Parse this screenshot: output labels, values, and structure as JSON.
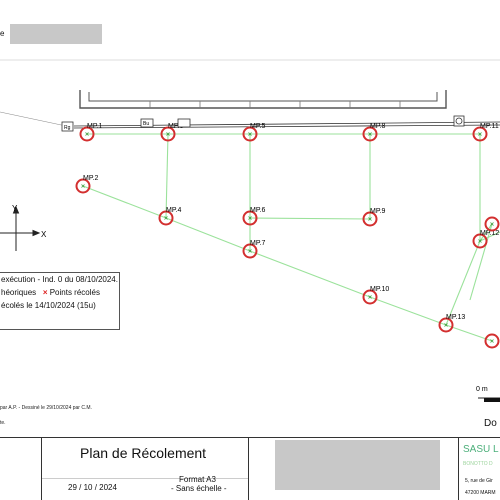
{
  "header": {
    "left_fragment": "e"
  },
  "points": [
    {
      "id": "MP.1"
    },
    {
      "id": "MP.2"
    },
    {
      "id": "MP.3"
    },
    {
      "id": "MP.4"
    },
    {
      "id": "MP.5"
    },
    {
      "id": "MP.6"
    },
    {
      "id": "MP.7"
    },
    {
      "id": "MP.8"
    },
    {
      "id": "MP.9"
    },
    {
      "id": "MP.10"
    },
    {
      "id": "MP.11"
    },
    {
      "id": "MP.12"
    },
    {
      "id": "MP.13"
    }
  ],
  "boxes": {
    "left": "Rg",
    "middle": "Bu",
    "right_icon": "valve-icon"
  },
  "axes": {
    "y": "Y",
    "x": "X"
  },
  "legend": {
    "line1": "exécution - Ind. 0 du 08/10/2024.",
    "theo": "héoriques",
    "marker": "×",
    "recol": "Points récolés",
    "line3": "écolés le 14/10/2024 (15u)"
  },
  "scale": {
    "label": "0 m"
  },
  "footnote": "par A.P. - Dessiné le 29/10/2024 par C.M.",
  "footnote2": "te.",
  "doc_fragment": "Do",
  "title_block": {
    "title": "Plan de Récolement",
    "date": "29 / 10 / 2024",
    "format": "Format A3",
    "scale": "- Sans échelle -",
    "company": "SASU L",
    "company_sub": "BONOTTO D",
    "address1": "5, rue de Gir",
    "address2": "47200 MARM"
  },
  "colors": {
    "marker_ring": "#d32f2f",
    "network_line": "#9be29b",
    "brand": "#4caf7a"
  }
}
